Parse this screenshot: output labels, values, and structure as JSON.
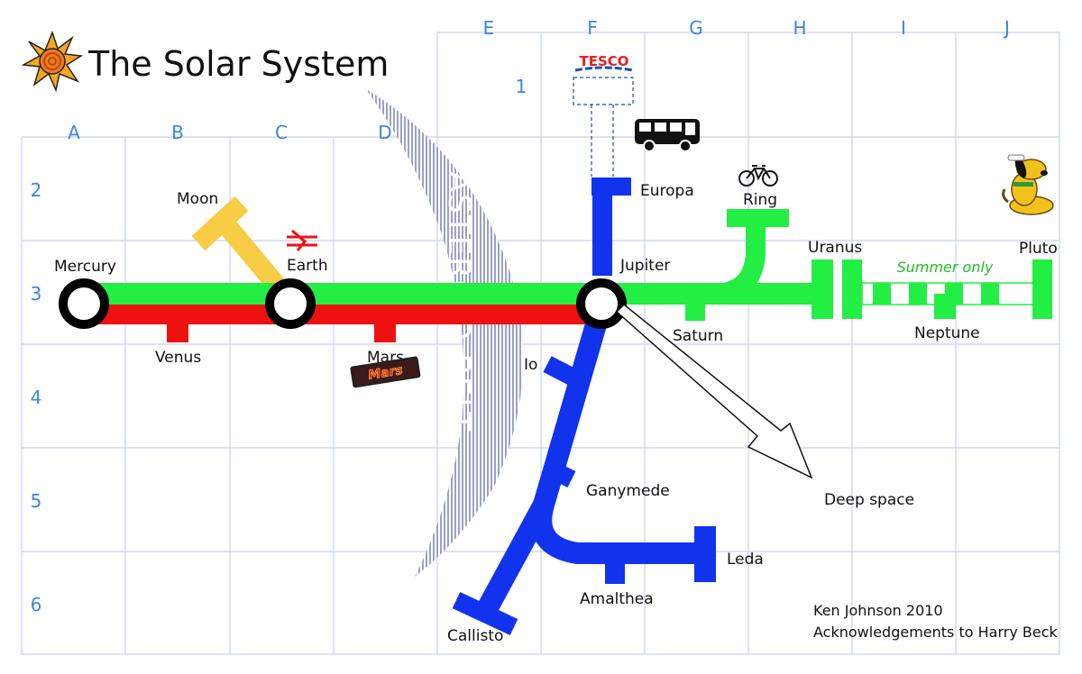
{
  "title": "The Solar System",
  "grid": {
    "columns": [
      "A",
      "B",
      "C",
      "D",
      "E",
      "F",
      "G",
      "H",
      "I",
      "J"
    ],
    "rows": [
      "1",
      "2",
      "3",
      "4",
      "5",
      "6"
    ]
  },
  "stations": {
    "mercury": "Mercury",
    "venus": "Venus",
    "earth": "Earth",
    "moon": "Moon",
    "mars": "Mars",
    "jupiter": "Jupiter",
    "europa": "Europa",
    "io": "Io",
    "ganymede": "Ganymede",
    "callisto": "Callisto",
    "amalthea": "Amalthea",
    "leda": "Leda",
    "saturn": "Saturn",
    "ring": "Ring",
    "uranus": "Uranus",
    "neptune": "Neptune",
    "pluto": "Pluto",
    "deep_space": "Deep space"
  },
  "belt_text": "ASTEROID BELT",
  "summer_only": "Summer only",
  "tesco": "TESCO",
  "mars_bar": "Mars",
  "credits": {
    "line1": "Ken Johnson 2010",
    "line2": "Acknowledgements to Harry Beck"
  },
  "colors": {
    "grid": "#c8d0f0",
    "grid_label": "#3a86e0",
    "green_line": "#22ee44",
    "red_line": "#ee1111",
    "blue_line": "#1133ee",
    "yellow_line": "#f8cc44",
    "belt": "#9aa0c8",
    "tesco_red": "#ee1c25",
    "tesco_blue": "#1b4fa8"
  },
  "icons": [
    "sun-icon",
    "tesco-logo",
    "bus-icon",
    "bicycle-icon",
    "railway-icon",
    "mars-bar-icon",
    "pluto-dog-icon"
  ]
}
